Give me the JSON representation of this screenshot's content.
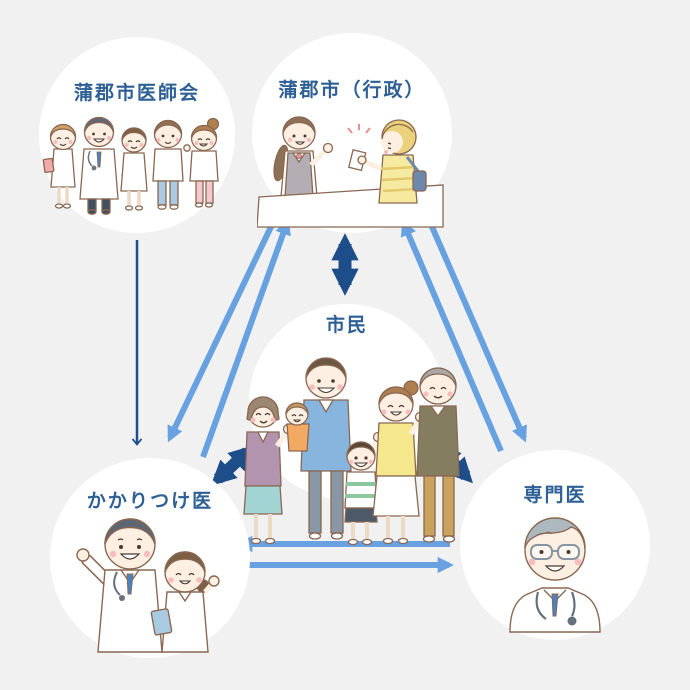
{
  "diagram": {
    "background_color": "#f1f1f2",
    "node_fill_color": "#ffffff",
    "label_color": "#2e6096",
    "arrow_colors": {
      "strong": "#1d4e89",
      "light": "#68a1e0",
      "thin": "#1d4e89"
    },
    "nodes": {
      "medical_association": {
        "label": "蒲郡市医師会",
        "illustration": "five medical staff (doctors and nurses)"
      },
      "city_government": {
        "label": "蒲郡市（行政）",
        "illustration": "receptionist serving a citizen at a counter"
      },
      "citizens": {
        "label": "市民",
        "illustration": "three-generation family of six"
      },
      "family_doctor": {
        "label": "かかりつけ医",
        "illustration": "doctor and nurse"
      },
      "specialist": {
        "label": "専門医",
        "illustration": "senior doctor with glasses and stethoscope"
      }
    },
    "edges": [
      {
        "from": "medical_association",
        "to": "family_doctor",
        "style": "thin",
        "bidirectional": false
      },
      {
        "from": "city_government",
        "to": "family_doctor",
        "style": "light",
        "bidirectional": false
      },
      {
        "from": "family_doctor",
        "to": "city_government",
        "style": "light",
        "bidirectional": false
      },
      {
        "from": "city_government",
        "to": "citizens",
        "style": "strong",
        "bidirectional": true
      },
      {
        "from": "city_government",
        "to": "specialist",
        "style": "light",
        "bidirectional": false
      },
      {
        "from": "specialist",
        "to": "city_government",
        "style": "light",
        "bidirectional": false
      },
      {
        "from": "citizens",
        "to": "family_doctor",
        "style": "strong",
        "bidirectional": true
      },
      {
        "from": "citizens",
        "to": "specialist",
        "style": "strong",
        "bidirectional": true
      },
      {
        "from": "specialist",
        "to": "family_doctor",
        "style": "light",
        "bidirectional": false
      },
      {
        "from": "family_doctor",
        "to": "specialist",
        "style": "light",
        "bidirectional": false
      }
    ]
  }
}
